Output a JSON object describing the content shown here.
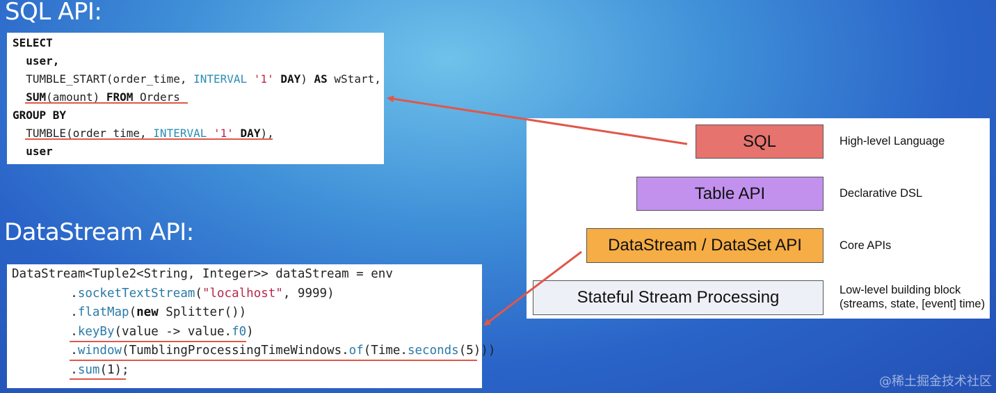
{
  "sql_api": {
    "heading": "SQL API:",
    "code_lines": [
      [
        {
          "t": "SELECT",
          "c": "kw"
        }
      ],
      [
        {
          "t": "  "
        },
        {
          "t": "user,",
          "c": "kw"
        }
      ],
      [
        {
          "t": "  TUMBLE_START(order_time, "
        },
        {
          "t": "INTERVAL",
          "c": "kt"
        },
        {
          "t": " "
        },
        {
          "t": "'1'",
          "c": "st"
        },
        {
          "t": " "
        },
        {
          "t": "DAY",
          "c": "kw"
        },
        {
          "t": ") "
        },
        {
          "t": "AS",
          "c": "kw"
        },
        {
          "t": " wStart,"
        }
      ],
      [
        {
          "t": "  "
        },
        {
          "t": "SUM",
          "c": "kw"
        },
        {
          "t": "(amount) "
        },
        {
          "t": "FROM",
          "c": "kw"
        },
        {
          "t": " Orders"
        }
      ],
      [
        {
          "t": "GROUP BY",
          "c": "kw"
        }
      ],
      [
        {
          "t": "  TUMBLE(order_time, "
        },
        {
          "t": "INTERVAL",
          "c": "kt"
        },
        {
          "t": " "
        },
        {
          "t": "'1'",
          "c": "st"
        },
        {
          "t": " "
        },
        {
          "t": "DAY",
          "c": "kw"
        },
        {
          "t": "),"
        }
      ],
      [
        {
          "t": "  "
        },
        {
          "t": "user",
          "c": "kw"
        }
      ]
    ]
  },
  "datastream_api": {
    "heading": "DataStream API:",
    "code_lines": [
      [
        {
          "t": "DataStream<Tuple2<String, Integer>> dataStream = env"
        }
      ],
      [
        {
          "t": "        ."
        },
        {
          "t": "socketTextStream",
          "c": "mt"
        },
        {
          "t": "("
        },
        {
          "t": "\"localhost\"",
          "c": "st"
        },
        {
          "t": ", 9999)"
        }
      ],
      [
        {
          "t": "        ."
        },
        {
          "t": "flatMap",
          "c": "mt"
        },
        {
          "t": "("
        },
        {
          "t": "new",
          "c": "kw"
        },
        {
          "t": " Splitter())"
        }
      ],
      [
        {
          "t": "        ."
        },
        {
          "t": "keyBy",
          "c": "mt"
        },
        {
          "t": "(value -> value."
        },
        {
          "t": "f0",
          "c": "mt"
        },
        {
          "t": ")"
        }
      ],
      [
        {
          "t": "        ."
        },
        {
          "t": "window",
          "c": "mt"
        },
        {
          "t": "(TumblingProcessingTimeWindows."
        },
        {
          "t": "of",
          "c": "mt"
        },
        {
          "t": "(Time."
        },
        {
          "t": "seconds",
          "c": "mt"
        },
        {
          "t": "(5)))"
        }
      ],
      [
        {
          "t": "        ."
        },
        {
          "t": "sum",
          "c": "mt"
        },
        {
          "t": "(1);"
        }
      ]
    ]
  },
  "api_stack": {
    "layers": [
      {
        "label": "SQL",
        "description": "High-level Language",
        "color": "#e7736e"
      },
      {
        "label": "Table API",
        "description": "Declarative DSL",
        "color": "#c291ee"
      },
      {
        "label": "DataStream / DataSet API",
        "description": "Core APIs",
        "color": "#f6ad45"
      },
      {
        "label": "Stateful Stream Processing",
        "description": "Low-level building block\n(streams, state, [event] time)",
        "color": "#edf1f7"
      }
    ]
  },
  "arrow_color": "#e0574a",
  "watermark": "@稀土掘金技术社区"
}
